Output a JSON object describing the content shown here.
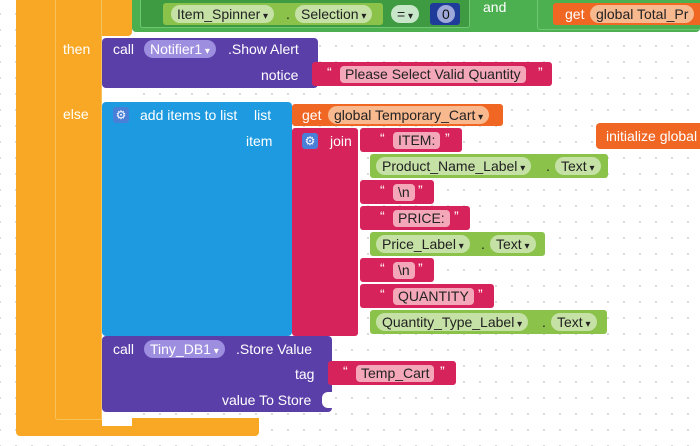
{
  "top": {
    "spinner": "Item_Spinner",
    "selection": "Selection",
    "op": "=",
    "number": "0",
    "and": "and",
    "get": "get",
    "global_total": "global Total_Pr"
  },
  "if_labels": {
    "then": "then",
    "else": "else"
  },
  "notifier": {
    "call": "call",
    "component": "Notifier1",
    "method": ".Show Alert",
    "notice_label": "notice",
    "notice_text": "Please Select Valid Quantity"
  },
  "add_items": {
    "label": "add items to list",
    "list_label": "list",
    "get": "get",
    "list_var": "global Temporary_Cart",
    "item_label": "item"
  },
  "join": {
    "label": "join",
    "items": [
      {
        "type": "text",
        "value": "ITEM:"
      },
      {
        "type": "prop",
        "component": "Product_Name_Label",
        "prop": "Text"
      },
      {
        "type": "text",
        "value": "\\n"
      },
      {
        "type": "text",
        "value": "PRICE:"
      },
      {
        "type": "prop",
        "component": "Price_Label",
        "prop": "Text"
      },
      {
        "type": "text",
        "value": "\\n"
      },
      {
        "type": "text",
        "value": "QUANTITY"
      },
      {
        "type": "prop",
        "component": "Quantity_Type_Label",
        "prop": "Text"
      }
    ]
  },
  "tinydb": {
    "call": "call",
    "component": "Tiny_DB1",
    "method": ".Store Value",
    "tag_label": "tag",
    "tag_text": "Temp_Cart",
    "value_label": "value To Store"
  },
  "initialize": "initialize global",
  "quote_open": "“",
  "quote_close": "”",
  "dot": ".",
  "colors": {
    "control": "#f9a825",
    "procedure": "#5b3fa9",
    "list": "#1e9be0",
    "text": "#d6235b",
    "variable": "#f06623",
    "component": "#8bc34a",
    "logic": "#4caf50",
    "math": "#1f3c9a"
  }
}
